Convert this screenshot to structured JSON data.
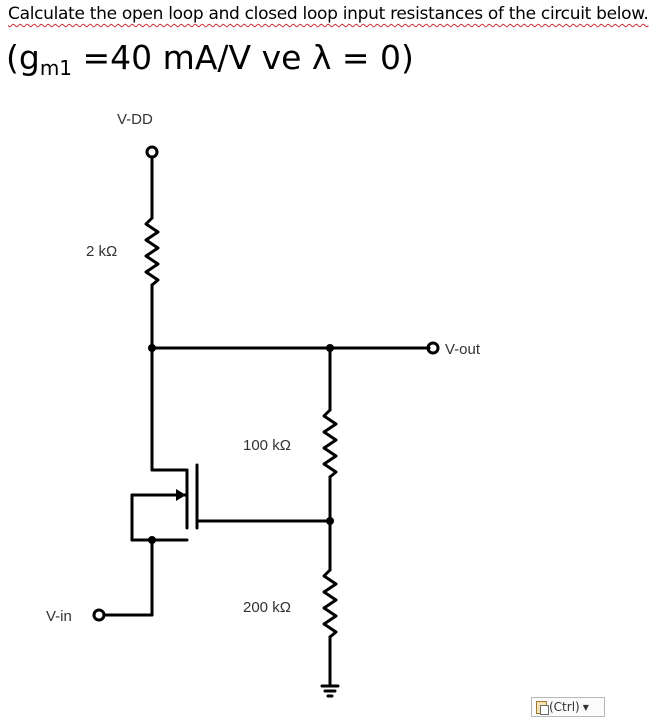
{
  "question": "Calculate the open loop and closed loop input resistances of the circuit below.",
  "params": {
    "open": "(g",
    "sub": "m1",
    "rest": " =40 mA/V ve λ = 0)"
  },
  "circuit": {
    "vdd_label": "V-DD",
    "r_drain_label": "2 kΩ",
    "vout_label": "V-out",
    "r_top_label": "100 kΩ",
    "r_bottom_label": "200 kΩ",
    "vin_label": "V-in"
  },
  "paste_options": {
    "label": "(Ctrl)"
  },
  "colors": {
    "wire": "#000000",
    "spellcheck": "#d03030",
    "label": "#333333"
  }
}
